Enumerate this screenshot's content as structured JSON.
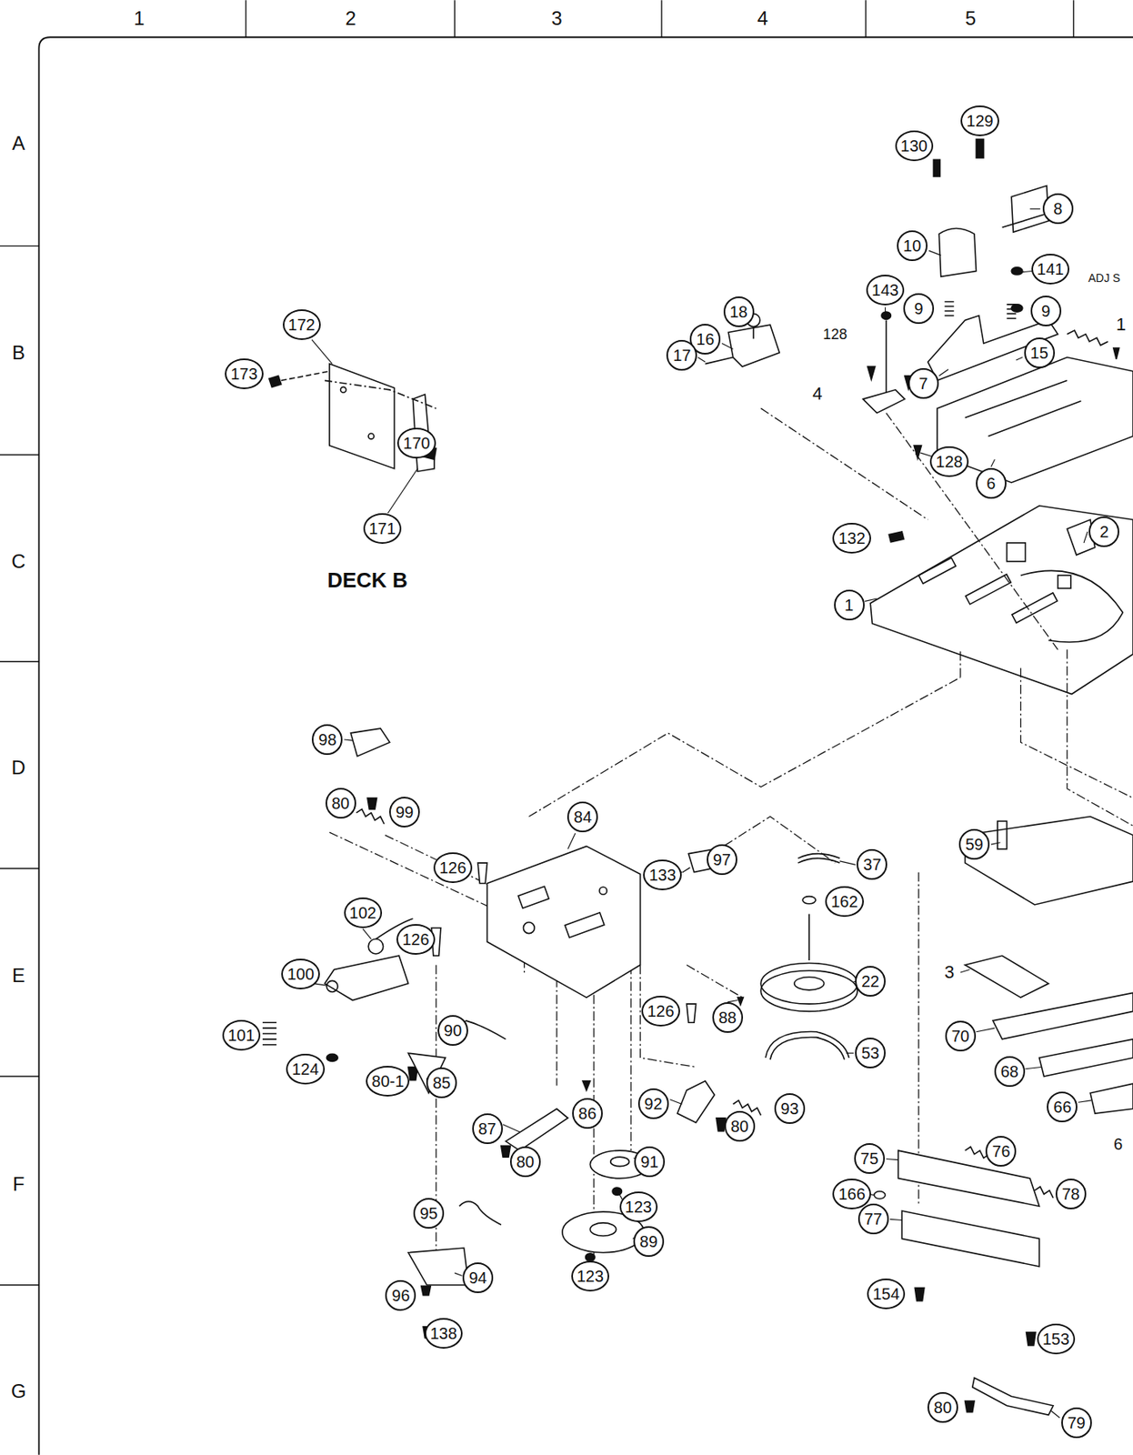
{
  "diagram": {
    "nodes": [
      {
        "text": [
          "129"
        ]
      },
      {
        "text": [
          "130"
        ]
      },
      {
        "text": [
          "8"
        ]
      },
      {
        "text": [
          "10"
        ]
      },
      {
        "text": [
          "141"
        ]
      },
      {
        "text": [
          "143"
        ]
      },
      {
        "text": [
          "9"
        ]
      },
      {
        "text": [
          "9"
        ]
      },
      {
        "text": [
          "18"
        ]
      },
      {
        "text": [
          "172"
        ]
      },
      {
        "text": [
          "16"
        ]
      },
      {
        "text": [
          "15"
        ]
      },
      {
        "text": [
          "17"
        ]
      },
      {
        "text": [
          "173"
        ]
      },
      {
        "text": [
          "7"
        ]
      },
      {
        "text": [
          "170"
        ]
      },
      {
        "text": [
          "128"
        ]
      },
      {
        "text": [
          "6"
        ]
      },
      {
        "text": [
          "171"
        ]
      },
      {
        "text": [
          "2"
        ]
      },
      {
        "text": [
          "132"
        ]
      },
      {
        "text": [
          "1"
        ]
      },
      {
        "text": [
          "98"
        ]
      },
      {
        "text": [
          "80"
        ]
      },
      {
        "text": [
          "99"
        ]
      },
      {
        "text": [
          "84"
        ]
      },
      {
        "text": [
          "59"
        ]
      },
      {
        "text": [
          "97"
        ]
      },
      {
        "text": [
          "37"
        ]
      },
      {
        "text": [
          "126"
        ]
      },
      {
        "text": [
          "133"
        ]
      },
      {
        "text": [
          "162"
        ]
      },
      {
        "text": [
          "102"
        ]
      },
      {
        "text": [
          "126"
        ]
      },
      {
        "text": [
          "100"
        ]
      },
      {
        "text": [
          "22"
        ]
      },
      {
        "text": [
          "126"
        ]
      },
      {
        "text": [
          "88"
        ]
      },
      {
        "text": [
          "90"
        ]
      },
      {
        "text": [
          "101"
        ]
      },
      {
        "text": [
          "70"
        ]
      },
      {
        "text": [
          "53"
        ]
      },
      {
        "text": [
          "124"
        ]
      },
      {
        "text": [
          "68"
        ]
      },
      {
        "text": [
          "80-1"
        ]
      },
      {
        "text": [
          "85"
        ]
      },
      {
        "text": [
          "92"
        ]
      },
      {
        "text": [
          "66"
        ]
      },
      {
        "text": [
          "93"
        ]
      },
      {
        "text": [
          "86"
        ]
      },
      {
        "text": [
          "80"
        ]
      },
      {
        "text": [
          "87"
        ]
      },
      {
        "text": [
          "76"
        ]
      },
      {
        "text": [
          "75"
        ]
      },
      {
        "text": [
          "91"
        ]
      },
      {
        "text": [
          "80"
        ]
      },
      {
        "text": [
          "166"
        ]
      },
      {
        "text": [
          "78"
        ]
      },
      {
        "text": [
          "123"
        ]
      },
      {
        "text": [
          "95"
        ]
      },
      {
        "text": [
          "77"
        ]
      },
      {
        "text": [
          "89"
        ]
      },
      {
        "text": [
          "123"
        ]
      },
      {
        "text": [
          "94"
        ]
      },
      {
        "text": [
          "154"
        ]
      },
      {
        "text": [
          "96"
        ]
      },
      {
        "text": [
          "138"
        ]
      },
      {
        "text": [
          "153"
        ]
      },
      {
        "text": [
          "80"
        ]
      },
      {
        "text": [
          "79"
        ]
      }
    ],
    "labels": [
      "1",
      "2",
      "3",
      "4",
      "5",
      "A",
      "B",
      "C",
      "D",
      "E",
      "F",
      "G",
      "ADJ S",
      "1",
      "128",
      "4",
      "DECK B",
      "3",
      "6"
    ]
  }
}
